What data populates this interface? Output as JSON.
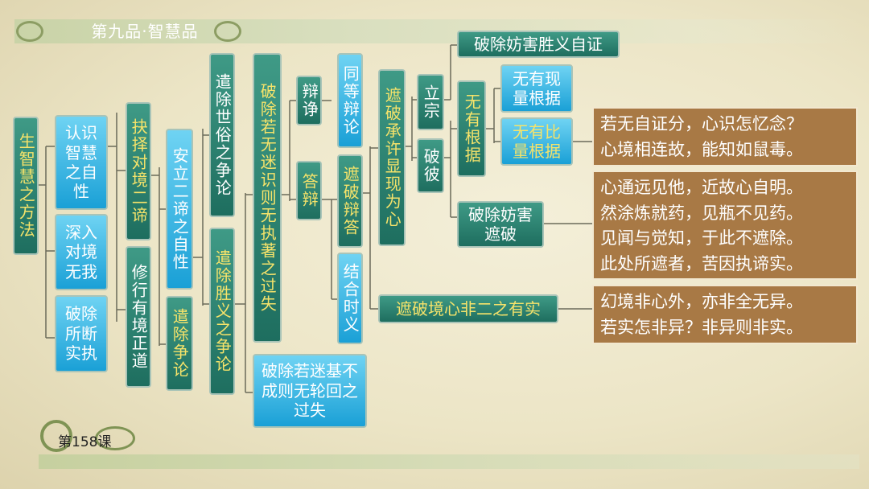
{
  "header": {
    "title": "第九品·智慧品"
  },
  "footer": {
    "lesson": "第158课"
  },
  "diagram": {
    "n1": "生智慧之方法",
    "n2a": "认识智慧之自性",
    "n2b": "深入对境无我",
    "n2c": "破除所断实执",
    "n3a": "抉择对境二谛",
    "n3b": "修行有境正道",
    "n4a": "安立二谛之自性",
    "n4b": "遣除争论",
    "n5a": "遣除世俗之争论",
    "n5b": "遣除胜义之争论",
    "n6a": "破除若无迷识则无执著之过失",
    "n6b": "破除若迷基不成则无轮回之过失",
    "n7a": "辩诤",
    "n7b": "答辩",
    "n8a": "同等辩论",
    "n8b": "遮破辩答",
    "n8c": "结合时义",
    "n9a": "遮破承许显现为心",
    "n9b": "遮破境心非二之有实",
    "n10a": "立宗",
    "n10b": "破彼",
    "n11a": "破除妨害胜义自证",
    "n11b": "无有根据",
    "n11c": "破除妨害遮破",
    "n12a": "无有现量根据",
    "n12b": "无有比量根据"
  },
  "quotes": [
    [
      "若无自证分，心识怎忆念？",
      "心境相连故，能知如鼠毒。"
    ],
    [
      "心通远见他，近故心自明。",
      "然涂炼就药，见瓶不见药。",
      "见闻与觉知，于此不遮除。",
      "此处所遮者，苦因执谛实。"
    ],
    [
      "幻境非心外，亦非全无异。",
      "若实怎非异？非异则非实。"
    ]
  ]
}
